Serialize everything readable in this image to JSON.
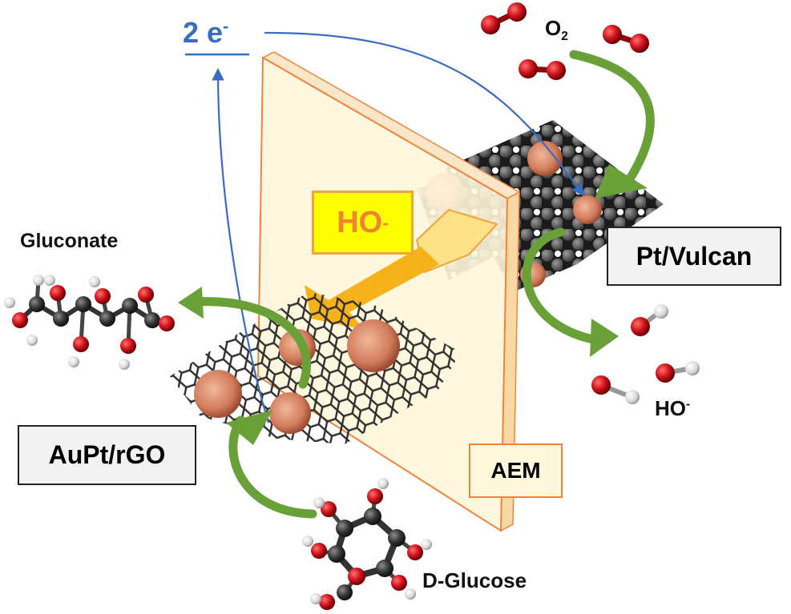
{
  "electrons": {
    "count": "2 e",
    "superscript": "-"
  },
  "oxygen": {
    "main": "O",
    "subscript": "2"
  },
  "hydroxide_box": {
    "main": "HO",
    "superscript": "-"
  },
  "hydroxide_product": {
    "main": "HO",
    "superscript": "-"
  },
  "labels": {
    "gluconate": "Gluconate",
    "cathode_catalyst": "Pt/Vulcan",
    "anode_catalyst": "AuPt/rGO",
    "membrane": "AEM",
    "fuel": "D-Glucose"
  },
  "colors": {
    "electron_path": "#3a6cc2",
    "reaction_arrow": "#6aa038",
    "ion_arrow": "#f5b21b",
    "membrane_fill": "#fff7dc",
    "membrane_edge": "#f0843c",
    "hydroxide_box_fill": "#ffff00",
    "oxygen_atom": "#c8111a",
    "carbon_atom": "#333333",
    "hydrogen_atom": "#e6e6e6",
    "nanoparticle": "#d98a68"
  }
}
